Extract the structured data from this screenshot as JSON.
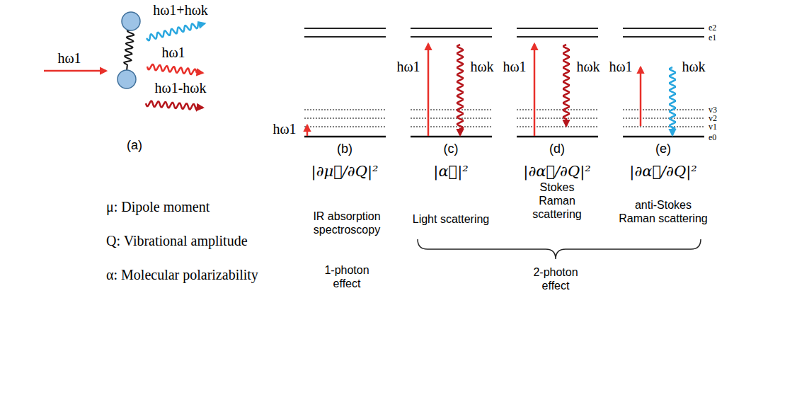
{
  "diagram": {
    "labels": [
      "hω1",
      "hω1+hωk",
      "hω1",
      "hω1-hωk",
      "(a)",
      "hω1",
      "(b)",
      "hω1",
      "hωk",
      "(c)",
      "hω1",
      "hωk",
      "(d)",
      "hω1",
      "hωk",
      "(e)",
      "e2",
      "e1",
      "v3",
      "v2",
      "v1",
      "e0",
      "|∂μ⃗/∂Q|²",
      "|α⃡|²",
      "|∂α⃡/∂Q|²",
      "|∂α⃡/∂Q|²",
      "IR absorption spectroscopy",
      "Light scattering",
      "Stokes Raman scattering",
      "anti-Stokes Raman scattering",
      "1-photon effect",
      "2-photon effect",
      "μ: Dipole moment",
      "Q: Vibrational amplitude",
      "α: Molecular polarizability"
    ]
  }
}
